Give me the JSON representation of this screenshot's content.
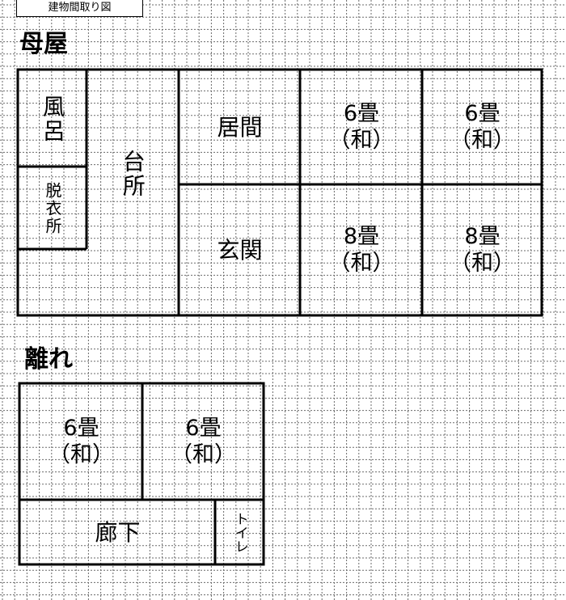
{
  "title": "建物間取り図",
  "main_building": {
    "heading": "母屋",
    "rooms": {
      "bath": "風呂",
      "changing": "脱衣所",
      "kitchen": "台所",
      "living": "居間",
      "entrance": "玄関",
      "r6a": {
        "size": "6畳",
        "type": "（和）"
      },
      "r6b": {
        "size": "6畳",
        "type": "（和）"
      },
      "r8a": {
        "size": "8畳",
        "type": "（和）"
      },
      "r8b": {
        "size": "8畳",
        "type": "（和）"
      }
    }
  },
  "annex": {
    "heading": "離れ",
    "rooms": {
      "r6a": {
        "size": "6畳",
        "type": "（和）"
      },
      "r6b": {
        "size": "6畳",
        "type": "（和）"
      },
      "corridor": "廊下",
      "toilet": "トイレ"
    }
  }
}
